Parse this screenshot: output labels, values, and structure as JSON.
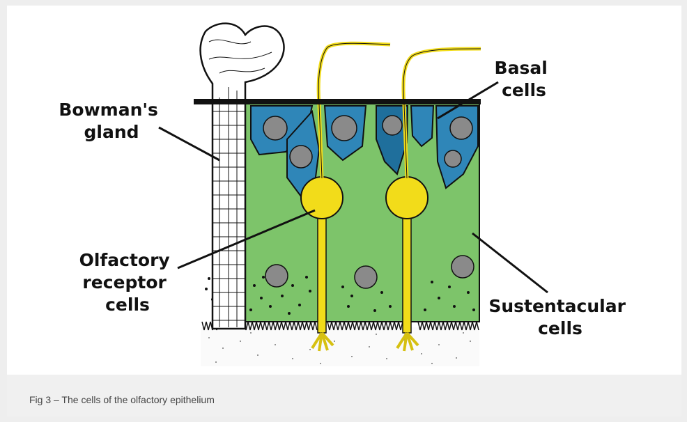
{
  "labels": {
    "bowmans_gland": [
      "Bowman's",
      "gland"
    ],
    "basal_cells": [
      "Basal",
      "cells"
    ],
    "olfactory_receptor_cells": [
      "Olfactory",
      "receptor",
      "cells"
    ],
    "sustentacular_cells": [
      "Sustentacular",
      "cells"
    ]
  },
  "caption": "Fig 3 – The cells of the olfactory epithelium",
  "colors": {
    "sustentacular": "#7dc46a",
    "basal": "#2f86b8",
    "receptor": "#f2dc1a",
    "nucleus": "#8a8a8a",
    "outline": "#111111"
  }
}
